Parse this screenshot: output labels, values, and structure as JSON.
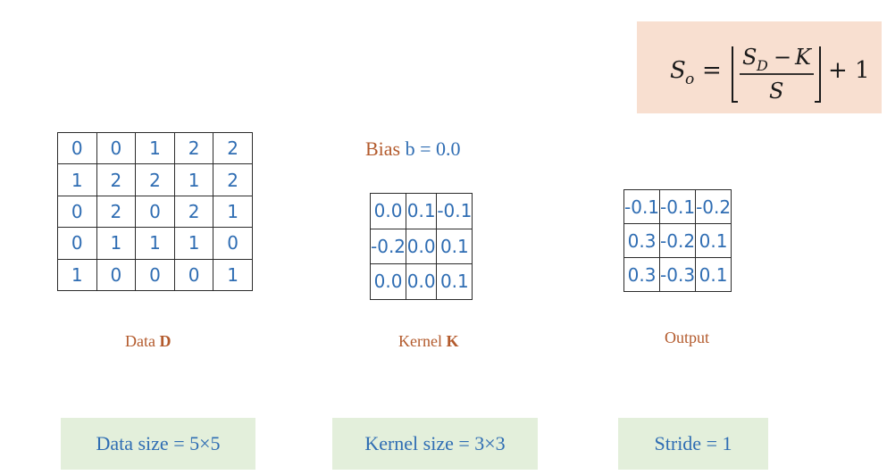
{
  "formula": {
    "lhs": "S",
    "lhs_sub": "o",
    "eq": "=",
    "num_S": "S",
    "num_sub": "D",
    "num_minus": "−",
    "num_K": "K",
    "den": "S",
    "plus_one": "+ 1"
  },
  "data_grid": {
    "caption_prefix": "Data ",
    "caption_bold": "D",
    "rows": [
      [
        "0",
        "0",
        "1",
        "2",
        "2"
      ],
      [
        "1",
        "2",
        "2",
        "1",
        "2"
      ],
      [
        "0",
        "2",
        "0",
        "2",
        "1"
      ],
      [
        "0",
        "1",
        "1",
        "1",
        "0"
      ],
      [
        "1",
        "0",
        "0",
        "0",
        "1"
      ]
    ]
  },
  "kernel_grid": {
    "caption_prefix": "Kernel ",
    "caption_bold": "K",
    "rows": [
      [
        "0.0",
        "0.1",
        "-0.1"
      ],
      [
        "-0.2",
        "0.0",
        "0.1"
      ],
      [
        "0.0",
        "0.0",
        "0.1"
      ]
    ]
  },
  "output_grid": {
    "caption": "Output",
    "rows": [
      [
        "-0.1",
        "-0.1",
        "-0.2"
      ],
      [
        "0.3",
        "-0.2",
        "0.1"
      ],
      [
        "0.3",
        "-0.3",
        "0.1"
      ]
    ]
  },
  "bias": {
    "label": "Bias ",
    "value": "b = 0.0"
  },
  "info": {
    "data_size": "Data size = 5×5",
    "kernel_size": "Kernel size = 3×3",
    "stride": "Stride = 1"
  },
  "colors": {
    "cell_text": "#2f6db3",
    "caption": "#b35a2c",
    "formula_bg": "#f8dfd0",
    "info_bg": "#e3efdb"
  }
}
